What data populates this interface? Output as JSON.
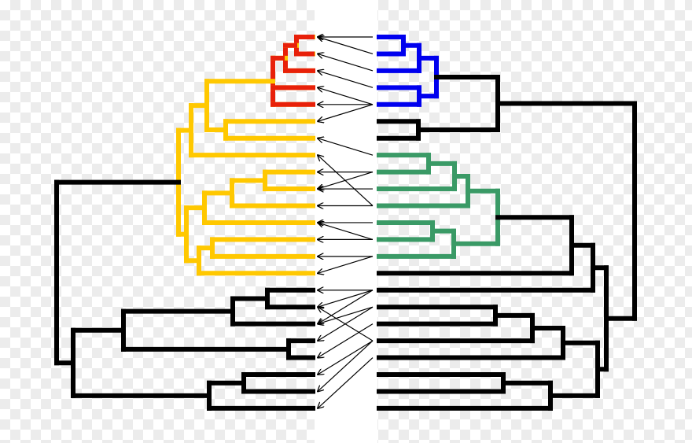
{
  "diagram": {
    "type": "tanglegram",
    "leaf_count": 23,
    "colors": {
      "yellow_clade": "#ffc800",
      "orange_hatched_clade": [
        "#ffc800",
        "#e8200a"
      ],
      "blue_clade": "#0000ee",
      "green_clade": "#3a9a66",
      "default_branch": "#000000",
      "arrows": "#000000"
    },
    "arrows_right_to_left_leaf_rows": [
      [
        0,
        0
      ],
      [
        1,
        0
      ],
      [
        2,
        1
      ],
      [
        3,
        2
      ],
      [
        4,
        3
      ],
      [
        4,
        4
      ],
      [
        4,
        5
      ],
      [
        7,
        6
      ],
      [
        8,
        8
      ],
      [
        8,
        9
      ],
      [
        9,
        9
      ],
      [
        10,
        7
      ],
      [
        10,
        10
      ],
      [
        11,
        11
      ],
      [
        12,
        11
      ],
      [
        12,
        12
      ],
      [
        13,
        13
      ],
      [
        13,
        14
      ],
      [
        15,
        15
      ],
      [
        15,
        16
      ],
      [
        15,
        17
      ],
      [
        16,
        17
      ],
      [
        16,
        18
      ],
      [
        18,
        16
      ],
      [
        17,
        19
      ],
      [
        18,
        20
      ],
      [
        18,
        21
      ],
      [
        19,
        22
      ]
    ]
  }
}
